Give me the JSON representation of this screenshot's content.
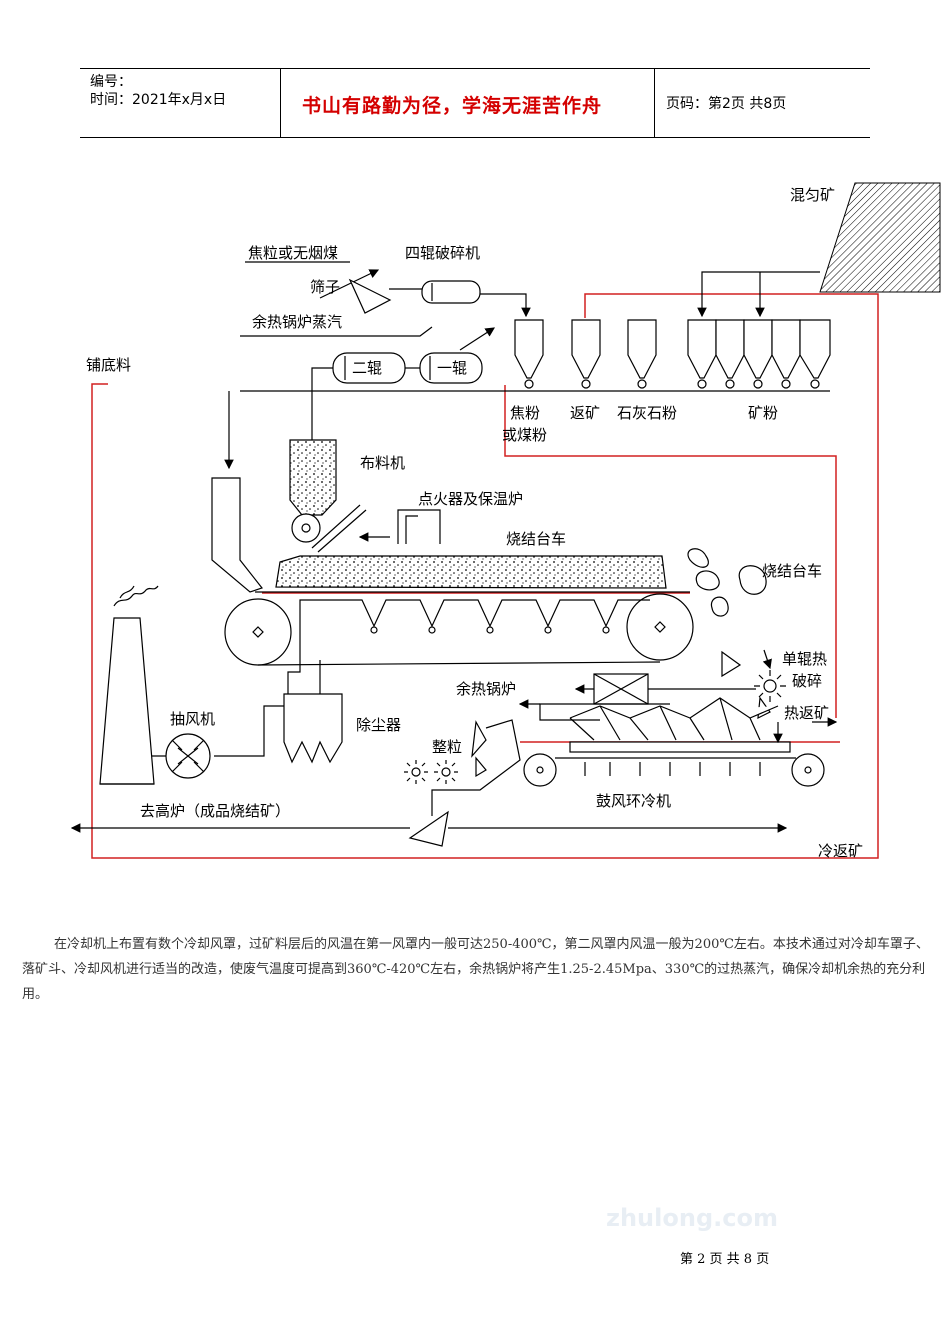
{
  "header": {
    "number_label": "编号：",
    "time_label": "时间：2021年x月x日",
    "motto": "书山有路勤为径，学海无涯苦作舟",
    "page_info": "页码：第2页  共8页"
  },
  "diagram": {
    "labels": {
      "mixed_ore": "混匀矿",
      "coke_or_coal": "焦粒或无烟煤",
      "four_roll_crusher": "四辊破碎机",
      "screen": "筛子",
      "waste_heat_steam": "余热锅炉蒸汽",
      "second_roll": "二辊",
      "first_roll": "一辊",
      "hearth_layer": "铺底料",
      "coke_powder_1": "焦粉",
      "coke_powder_2": "或煤粉",
      "return_ore": "返矿",
      "limestone": "石灰石粉",
      "ore_powder": "矿粉",
      "feeder": "布料机",
      "igniter": "点火器及保温炉",
      "sinter_car": "烧结台车",
      "sinter_car_2": "烧结台车",
      "single_roll_1": "单辊热",
      "single_roll_2": "破碎",
      "waste_heat_boiler": "余热锅炉",
      "hot_return": "热返矿",
      "exhaust_fan": "抽风机",
      "dust_collector": "除尘器",
      "sizing": "整粒",
      "cooler": "鼓风环冷机",
      "to_blast_furnace": "去高炉（成品烧结矿）",
      "cold_return": "冷返矿"
    }
  },
  "paragraph": "在冷却机上布置有数个冷却风罩，过矿料层后的风温在第一风罩内一般可达250-400℃，第二风罩内风温一般为200℃左右。本技术通过对冷却车罩子、落矿斗、冷却风机进行适当的改造，使废气温度可提高到360℃-420℃左右，余热锅炉将产生1.25-2.45Mpa、330℃的过热蒸汽，确保冷却机余热的充分利用。",
  "footer": "第 2 页 共 8 页",
  "watermark": "zhulong.com",
  "colors": {
    "motto": "#d40000",
    "flow_line": "#d22020"
  }
}
